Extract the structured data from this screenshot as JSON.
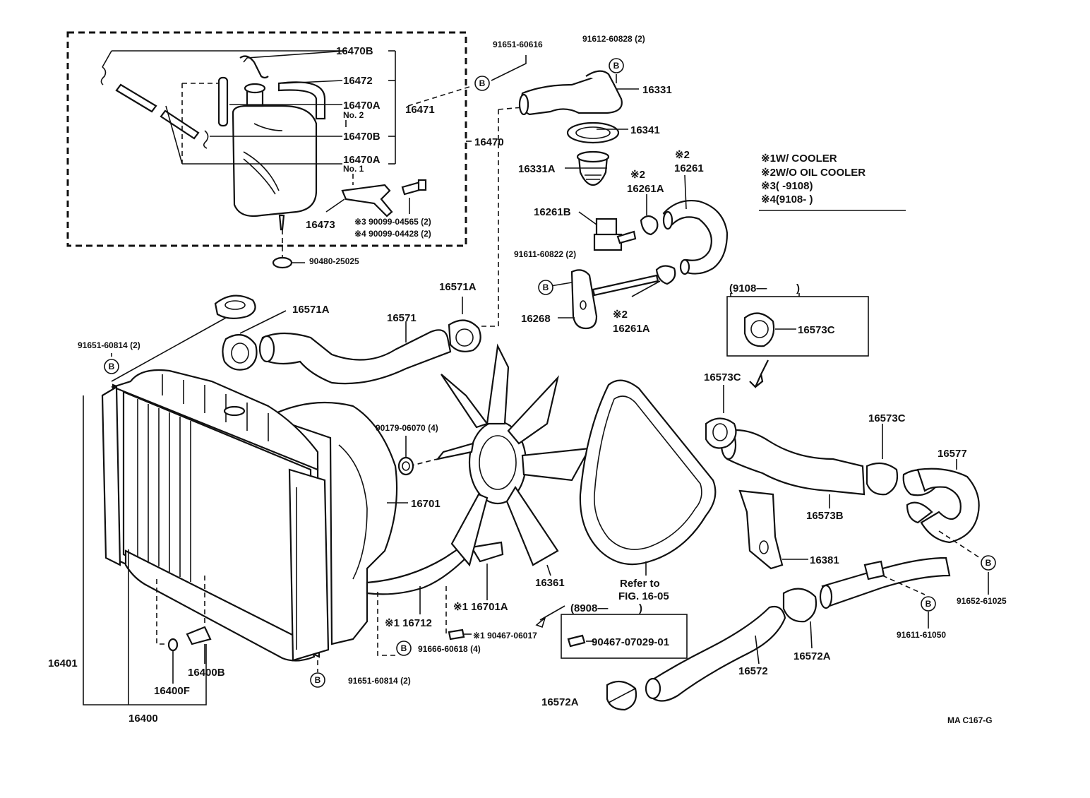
{
  "labels": {
    "p16470b_top": "16470B",
    "p16472": "16472",
    "p16470a_no2": "16470A",
    "no2": "No. 2",
    "p16471": "16471",
    "p16470b_mid": "16470B",
    "p16470": "16470",
    "p16470a_no1": "16470A",
    "no1": "No. 1",
    "p16473": "16473",
    "p90099_04565": "※3 90099-04565 (2)",
    "p90099_04428": "※4 90099-04428 (2)",
    "p90480": "90480-25025",
    "p91651_60616": "91651-60616",
    "p91612": "91612-60828 (2)",
    "p16331": "16331",
    "p16341": "16341",
    "p16331a": "16331A",
    "s2_top": "※2",
    "p16261": "16261",
    "s2_mid": "※2",
    "p16261a_top": "16261A",
    "p16261b": "16261B",
    "p91611_60822": "91611-60822 (2)",
    "p16268": "16268",
    "s2_bot": "※2",
    "p16261a_bot": "16261A",
    "p16571a_right": "16571A",
    "p16571a_left": "16571A",
    "p16571": "16571",
    "p91651_60814_top": "91651-60814 (2)",
    "p90179": "90179-06070 (4)",
    "p16701": "16701",
    "p16361": "16361",
    "refer_line1": "Refer to",
    "refer_line2": "FIG. 16-05",
    "p16701a": "※1 16701A",
    "p16712": "※1 16712",
    "p90467_06017": "※1 90467-06017",
    "p91666": "91666-60618 (4)",
    "p8908": "(8908—",
    "p8908_close": ")",
    "p90467_07029": "90467-07029-01",
    "p91651_60814_bot": "91651-60814 (2)",
    "p16401": "16401",
    "p16400b": "16400B",
    "p16400f": "16400F",
    "p16400": "16400",
    "p9108": "(9108—",
    "p9108_close": ")",
    "p16573c_box": "16573C",
    "p16573c_left": "16573C",
    "p16573c_right": "16573C",
    "p16577": "16577",
    "p16573b": "16573B",
    "p16381": "16381",
    "p91652": "91652-61025",
    "p91611_61050": "91611-61050",
    "p16572a_right": "16572A",
    "p16572": "16572",
    "p16572a_left": "16572A",
    "code": "MA  C167-G",
    "b_marker": "B"
  },
  "legend": {
    "l1": "※1W/ COOLER",
    "l2": "※2W/O  OIL  COOLER",
    "l3": "※3(        -9108)",
    "l4": "※4(9108-        )"
  }
}
